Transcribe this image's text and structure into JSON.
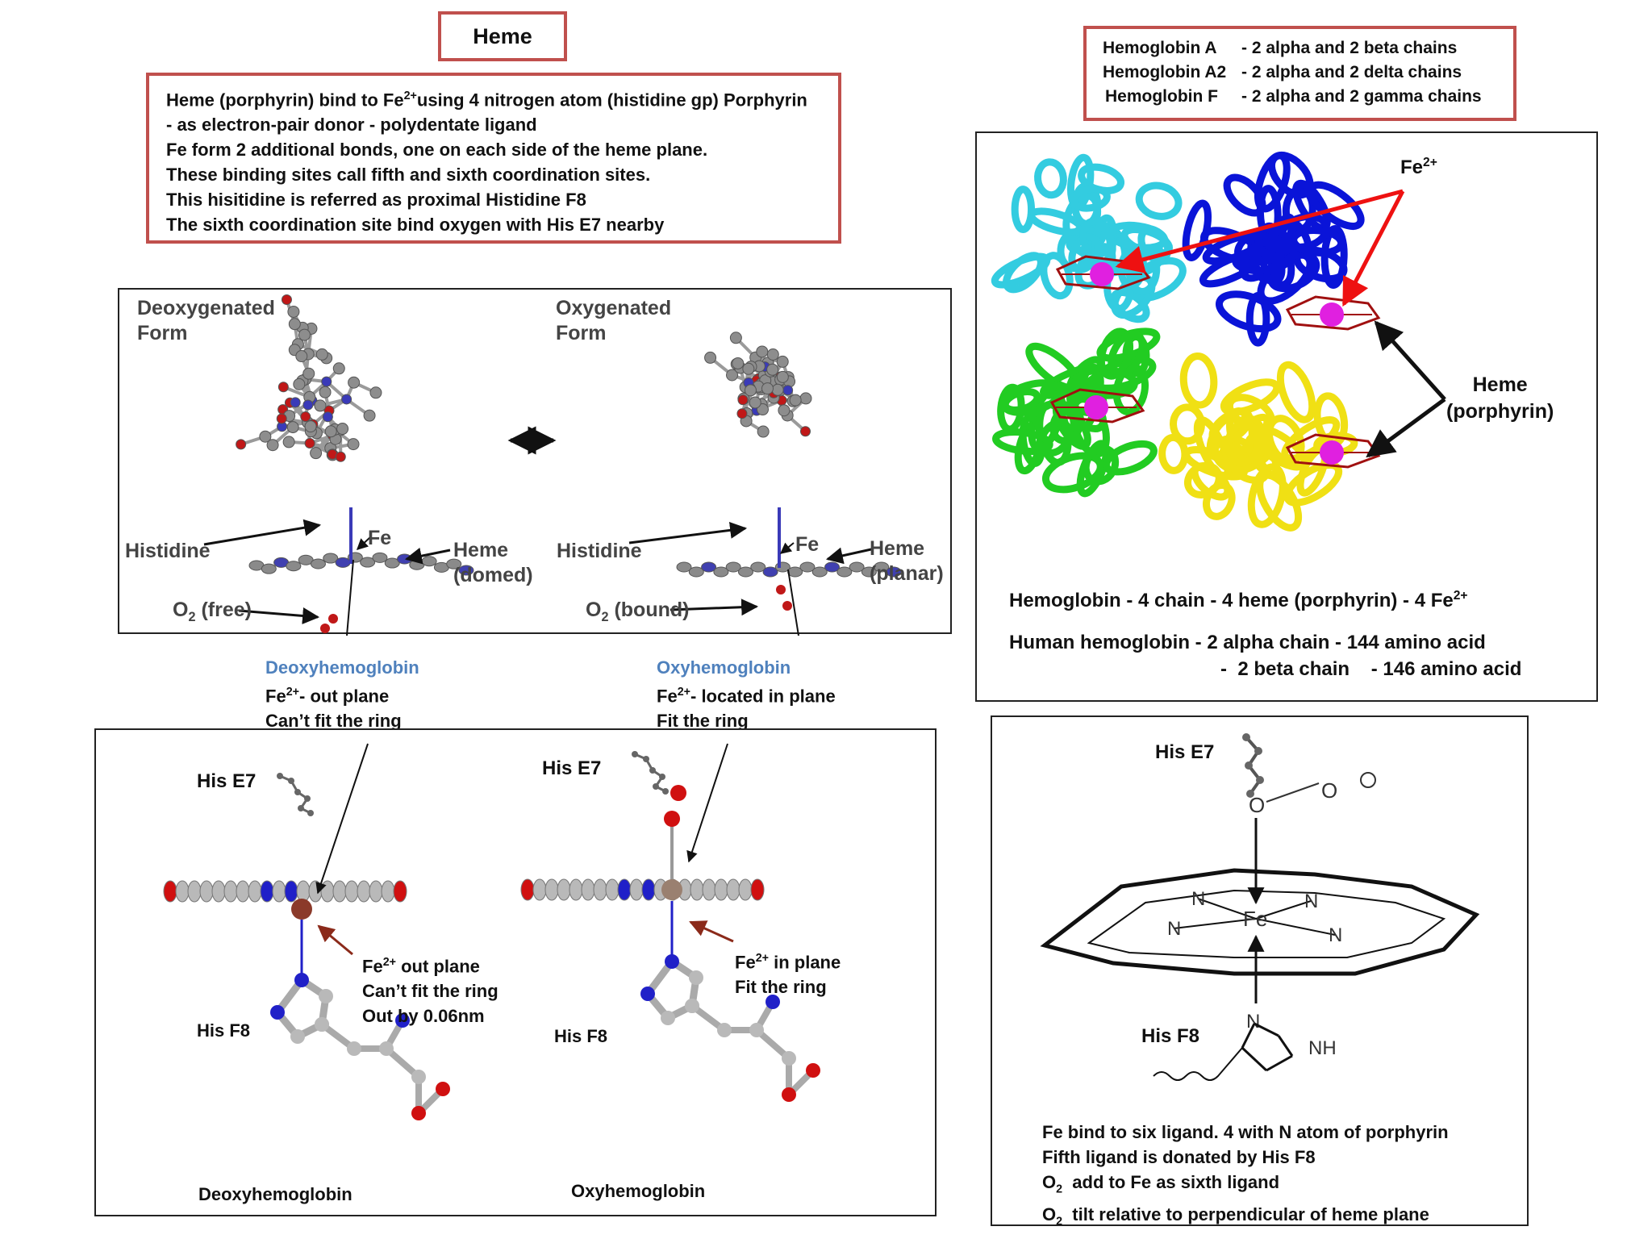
{
  "heme_title": "Heme",
  "heme_info": [
    "Heme (porphyrin) bind to Fe",
    "2+",
    "using 4 nitrogen atom (histidine gp) Porphyrin",
    "- as electron-pair donor - polydentate ligand",
    "Fe form 2 additional bonds, one on each side of the heme plane.",
    "These binding sites call fifth and sixth coordination sites.",
    "This hisitidine is referred as proximal Histidine F8",
    "The sixth coordination site bind oxygen with His E7 nearby"
  ],
  "hemoglobin_types": [
    {
      "name": "Hemoglobin A",
      "chains": "- 2 alpha and 2 beta chains"
    },
    {
      "name": "Hemoglobin A2",
      "chains": "- 2 alpha and 2 delta chains"
    },
    {
      "name": "Hemoglobin F",
      "chains": "- 2 alpha and 2 gamma chains"
    }
  ],
  "forms_panel": {
    "deoxy_title": [
      "Deoxygenated",
      "Form"
    ],
    "oxy_title": [
      "Oxygenated",
      "Form"
    ],
    "histidine": "Histidine",
    "fe": "Fe",
    "heme_domed": [
      "Heme",
      "(domed)"
    ],
    "heme_planar": [
      "Heme",
      "(planar)"
    ],
    "o2_free": [
      "O",
      "2",
      " (free)"
    ],
    "o2_bound": [
      "O",
      "2",
      " (bound)"
    ]
  },
  "deoxy_caption": {
    "title": "Deoxyhemoglobin",
    "line1_pre": "Fe",
    "line1_sup": "2+",
    "line1_post": "-  out plane",
    "line2": "Can’t fit the ring"
  },
  "oxy_caption": {
    "title": "Oxyhemoglobin",
    "line1_pre": "Fe",
    "line1_sup": "2+",
    "line1_post": "- located in plane",
    "line2": "Fit the ring"
  },
  "structure_panel": {
    "fe_label": "Fe",
    "fe_sup": "2+",
    "heme_label": [
      "Heme",
      "(porphyrin)"
    ],
    "caption1_pre": "Hemoglobin  -  4 chain - 4 heme (porphyrin) - 4 Fe",
    "caption1_sup": "2+",
    "caption2": "Human hemoglobin - 2 alpha chain - 144 amino acid",
    "caption3": "-  2 beta chain    - 146 amino acid",
    "colors": {
      "alpha1": "#33cce0",
      "beta1": "#0a14d8",
      "alpha2": "#22cc22",
      "beta2": "#f0e014",
      "heme": "#a01010",
      "iron": "#e020e0"
    }
  },
  "bottom_left_panel": {
    "his_e7": "His E7",
    "his_f8": "His F8",
    "deoxy_fe_pre": "Fe",
    "deoxy_fe_sup": "2+",
    "deoxy_fe_post": " out plane",
    "deoxy_line2": "Can’t fit the ring",
    "deoxy_line3": "Out by 0.06nm",
    "oxy_fe_pre": "Fe",
    "oxy_fe_sup": "2+",
    "oxy_fe_post": " in plane",
    "oxy_line2": "Fit the ring",
    "deoxy_label": "Deoxyhemoglobin",
    "oxy_label": "Oxyhemoglobin"
  },
  "bottom_right_panel": {
    "his_e7": "His E7",
    "his_f8": "His F8",
    "fe_atom": "Fe",
    "n_atom": "N",
    "nh_atom": "NH",
    "o_atom": "O",
    "lines": [
      "Fe bind to six ligand. 4 with N atom of  porphyrin",
      "Fifth ligand is donated by His F8"
    ],
    "o2_line1": [
      "O",
      "2",
      "  add to Fe as sixth ligand"
    ],
    "o2_line2": [
      "O",
      "2",
      "  tilt relative to perpendicular of heme plane"
    ]
  }
}
